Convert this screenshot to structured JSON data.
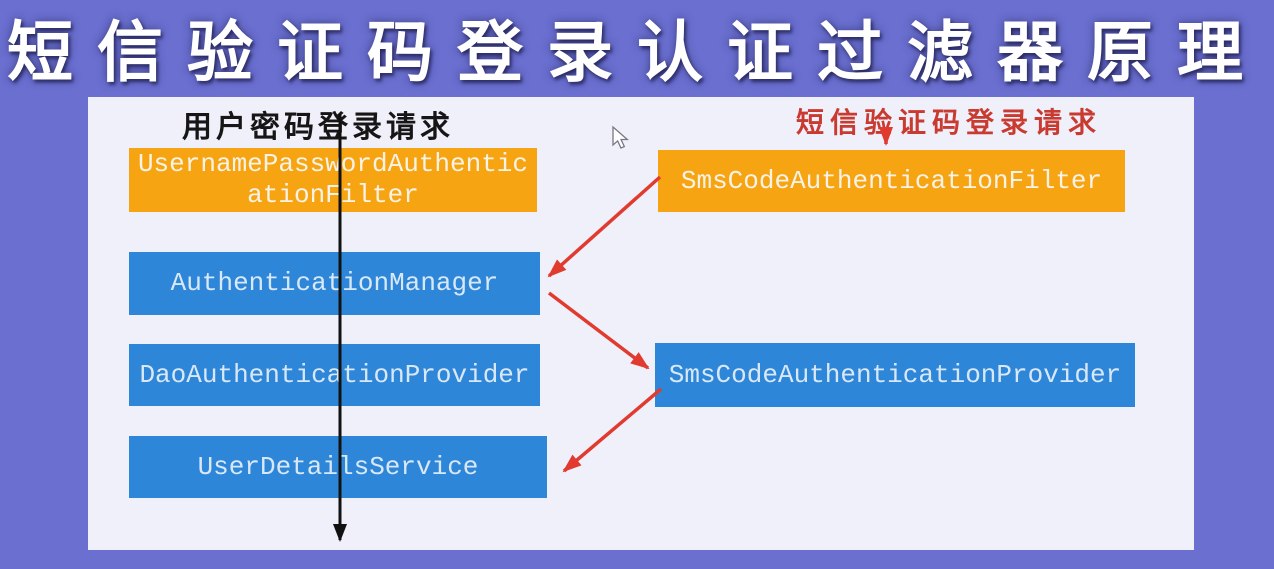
{
  "title": {
    "text": "短信验证码登录认证过滤器原理"
  },
  "colors": {
    "background": "#6a6fd0",
    "panel": "#f0f0fa",
    "box_orange": "#f7a412",
    "box_blue": "#2e86d8",
    "arrow_red": "#e03b2e",
    "arrow_black": "#111111",
    "header_red": "#c93a30",
    "header_black": "#161616"
  },
  "flow": {
    "left": {
      "header": "用户密码登录请求",
      "boxes": [
        {
          "name": "username-password-authentication-filter",
          "lines": [
            "UsernamePasswordAuthentic",
            "ationFilter"
          ]
        },
        {
          "name": "authentication-manager",
          "lines": [
            "AuthenticationManager"
          ]
        },
        {
          "name": "dao-authentication-provider",
          "lines": [
            "DaoAuthenticationProvider"
          ]
        },
        {
          "name": "user-details-service",
          "lines": [
            "UserDetailsService"
          ]
        }
      ]
    },
    "right": {
      "header": "短信验证码登录请求",
      "boxes": [
        {
          "name": "sms-code-authentication-filter",
          "lines": [
            "SmsCodeAuthenticationFilter"
          ]
        },
        {
          "name": "sms-code-authentication-provider",
          "lines": [
            "SmsCodeAuthenticationProvider"
          ]
        }
      ]
    }
  }
}
